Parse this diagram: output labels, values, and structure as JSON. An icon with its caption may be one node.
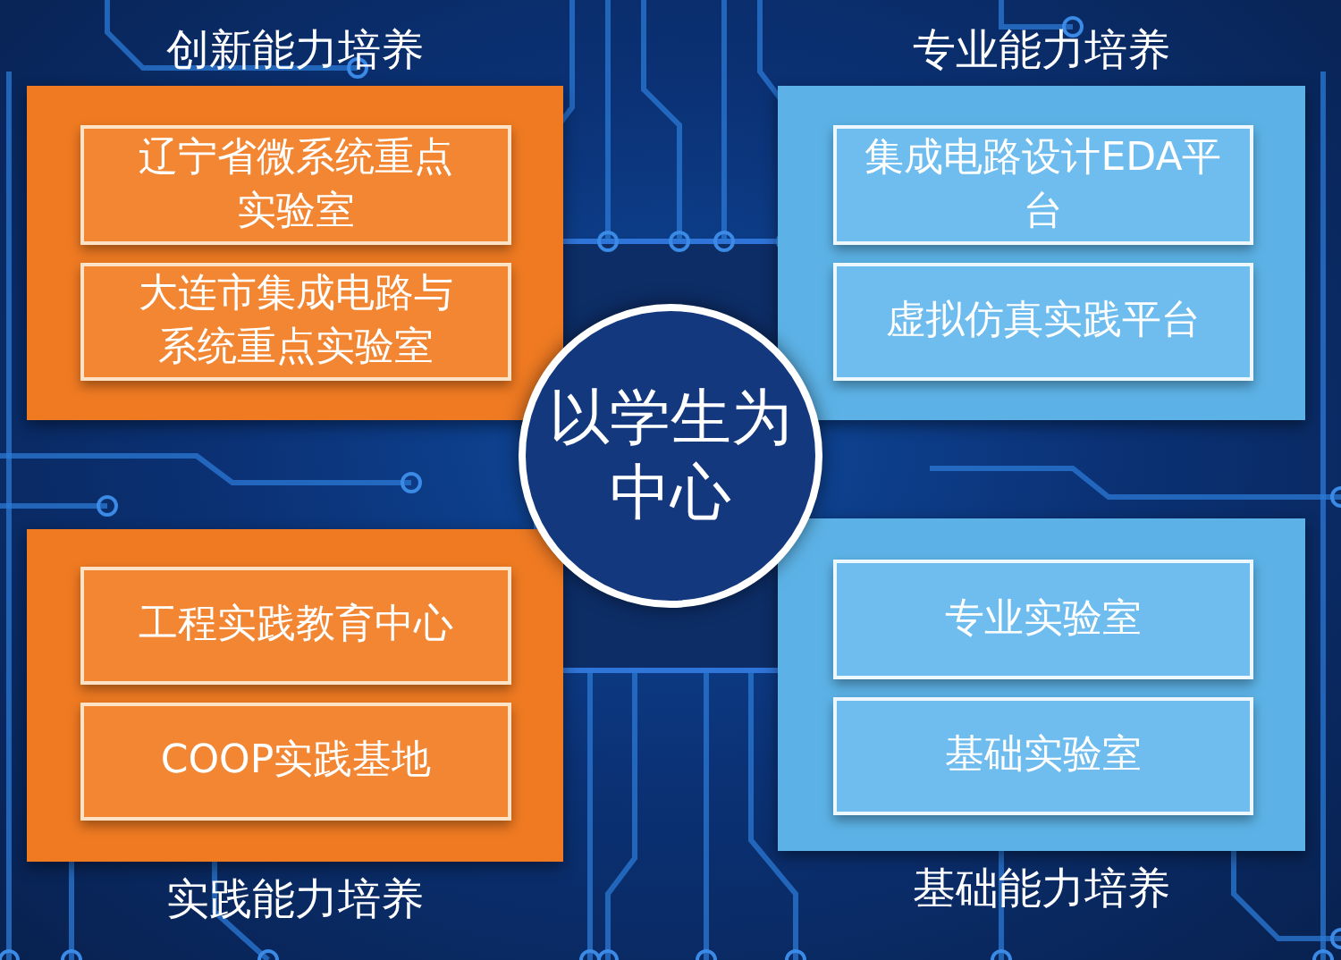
{
  "diagram": {
    "nodes": [
      {
        "text": [
          "创新能力培养"
        ]
      },
      {
        "text": [
          "辽宁省微系统重点实验室"
        ],
        "in": 0
      },
      {
        "text": [
          "大连市集成电路与系统重点实验室"
        ],
        "in": 0
      },
      {
        "text": [
          "专业能力培养"
        ]
      },
      {
        "text": [
          "集成电路设计EDA平台"
        ],
        "in": 3
      },
      {
        "text": [
          "虚拟仿真实践平台"
        ],
        "in": 3
      },
      {
        "text": [
          "以学生为中心"
        ]
      },
      {
        "text": [
          "实践能力培养"
        ]
      },
      {
        "text": [
          "工程实践教育中心"
        ],
        "in": 7
      },
      {
        "text": [
          "COOP实践基地"
        ],
        "in": 7
      },
      {
        "text": [
          "基础能力培养"
        ]
      },
      {
        "text": [
          "专业实验室"
        ],
        "in": 10
      },
      {
        "text": [
          "基础实验室"
        ],
        "in": 10
      }
    ]
  }
}
